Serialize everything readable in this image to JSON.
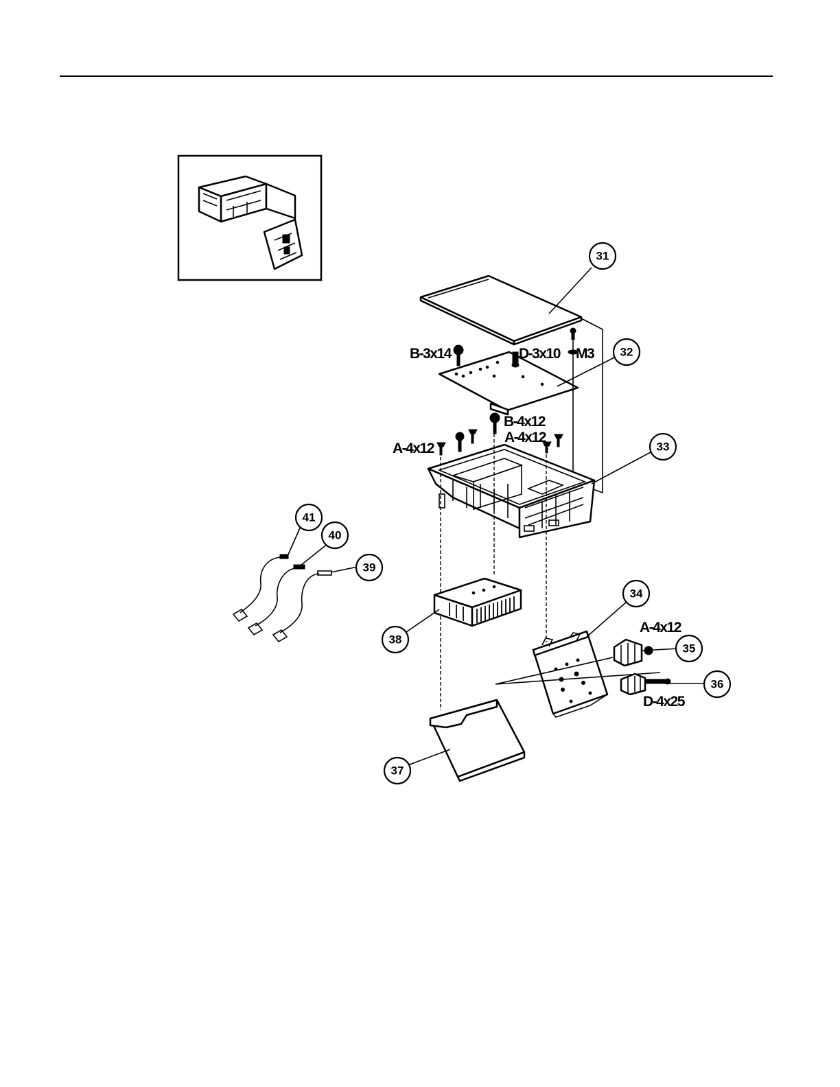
{
  "callouts": [
    {
      "id": "31",
      "label": "31"
    },
    {
      "id": "32",
      "label": "32"
    },
    {
      "id": "33",
      "label": "33"
    },
    {
      "id": "34",
      "label": "34"
    },
    {
      "id": "35",
      "label": "35"
    },
    {
      "id": "36",
      "label": "36"
    },
    {
      "id": "37",
      "label": "37"
    },
    {
      "id": "38",
      "label": "38"
    },
    {
      "id": "39",
      "label": "39"
    },
    {
      "id": "40",
      "label": "40"
    },
    {
      "id": "41",
      "label": "41"
    }
  ],
  "fasteners": {
    "b3x14": "B-3x14",
    "d3x10": "D-3x10",
    "m3": "M3",
    "b4x12": "B-4x12",
    "a4x12_left": "A-4x12",
    "a4x12_mid": "A-4x12",
    "a4x12_right": "A-4x12",
    "d4x25": "D-4x25"
  }
}
